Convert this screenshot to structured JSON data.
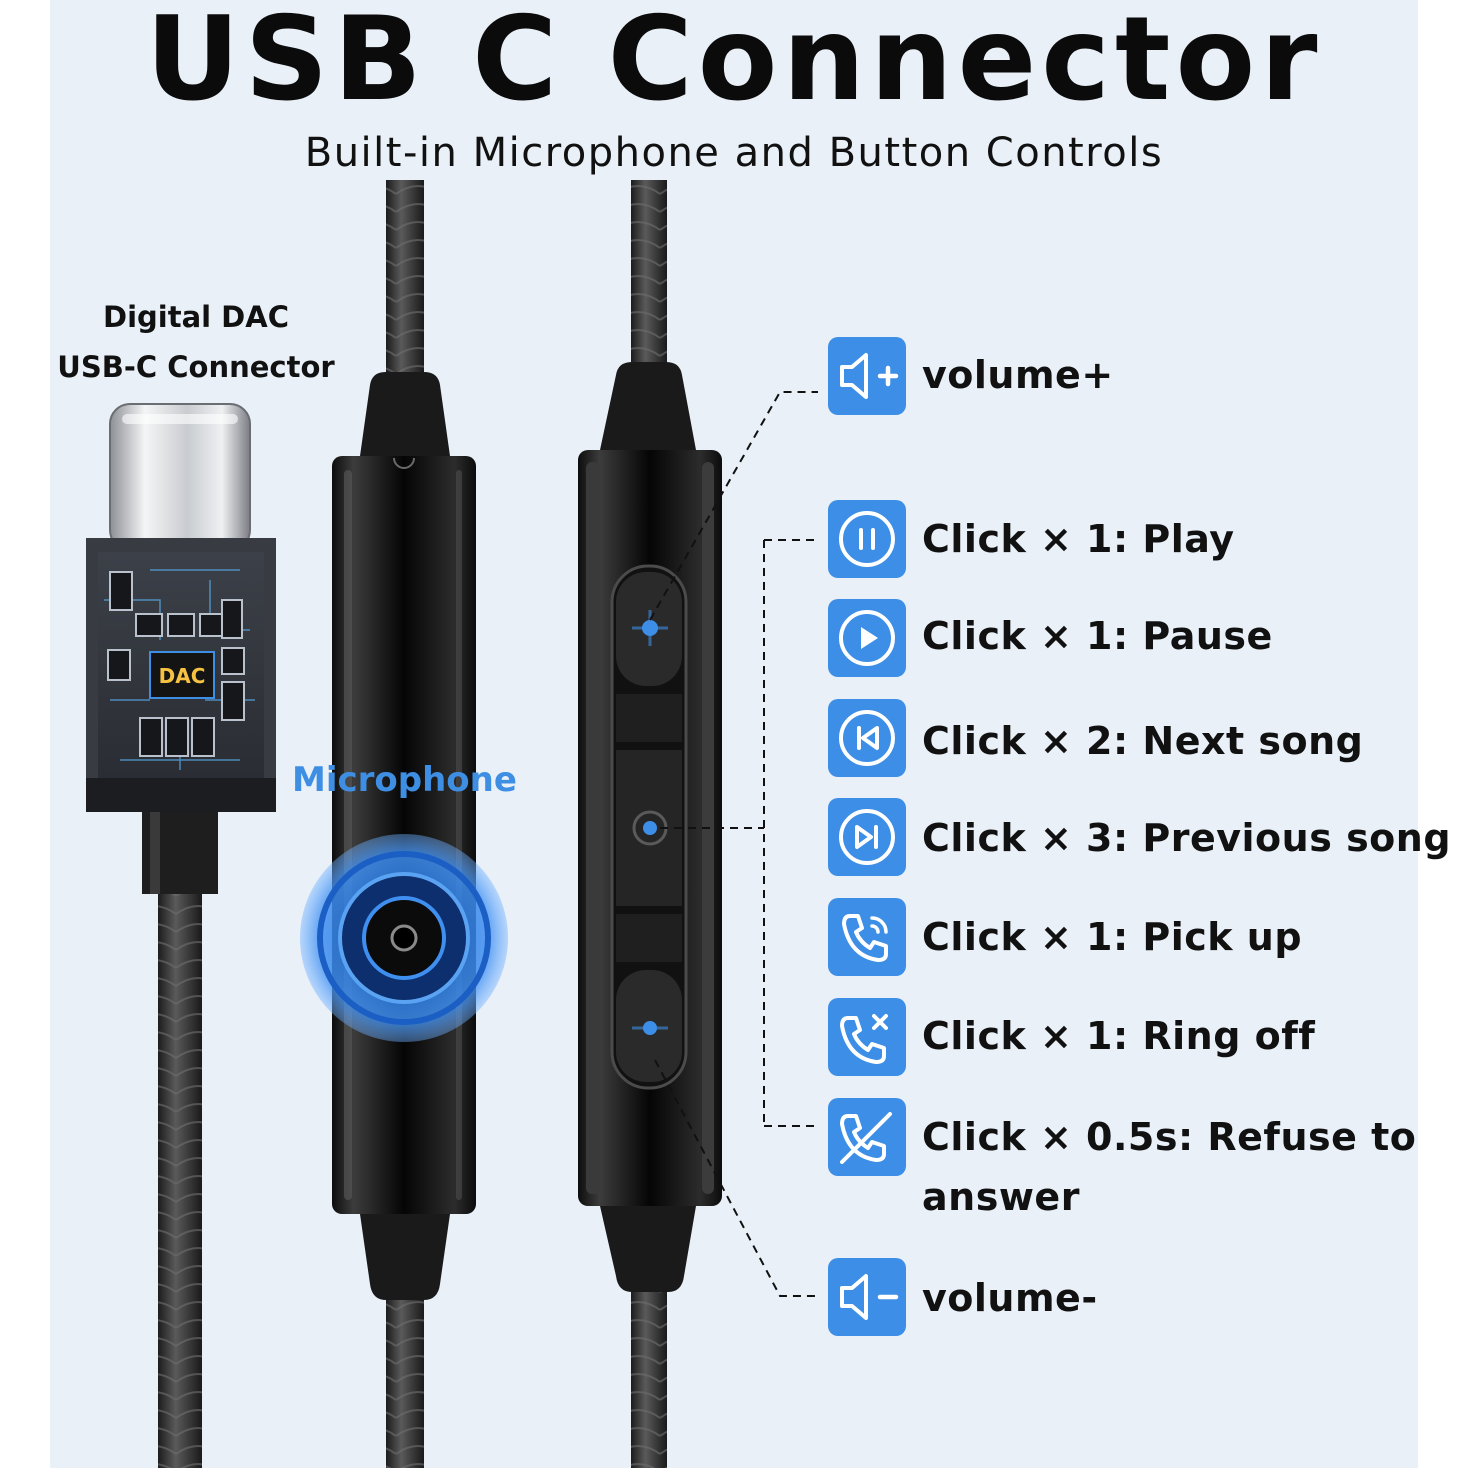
{
  "title": "USB C Connector",
  "subtitle": "Built-in Microphone and Button Controls",
  "dac_label": {
    "line1": "Digital DAC",
    "line2": "USB-C Connector",
    "chip": "DAC"
  },
  "microphone_label": "Microphone",
  "remote_buttons": [
    "+",
    "•",
    "−"
  ],
  "legend": [
    {
      "icon": "volume-up-icon",
      "text": "volume+"
    },
    {
      "icon": "pause-icon",
      "text": "Click × 1: Play"
    },
    {
      "icon": "play-icon",
      "text": "Click × 1: Pause"
    },
    {
      "icon": "skip-back-icon",
      "text": "Click × 2: Next song"
    },
    {
      "icon": "skip-forward-icon",
      "text": "Click × 3: Previous song"
    },
    {
      "icon": "phone-ringing-icon",
      "text": "Click × 1: Pick up"
    },
    {
      "icon": "phone-end-icon",
      "text": "Click × 1: Ring off"
    },
    {
      "icon": "phone-reject-icon",
      "text": "Click × 0.5s: Refuse to",
      "text2": "answer"
    },
    {
      "icon": "volume-down-icon",
      "text": "volume-"
    }
  ],
  "colors": {
    "background": "#e9f0f8",
    "accent": "#3d8ee6",
    "text": "#111111",
    "cable": "#2b2b2b"
  }
}
